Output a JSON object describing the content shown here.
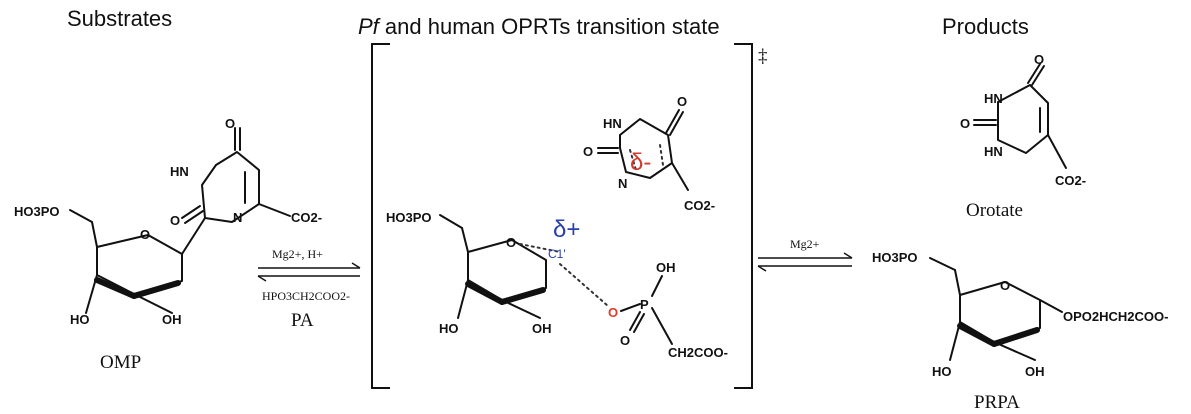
{
  "headers": {
    "substrates": "Substrates",
    "ts_italic": "Pf",
    "ts_rest": " and human OPRTs transition state",
    "products": "Products"
  },
  "colors": {
    "delta_minus": "#d33a2c",
    "delta_plus": "#2a3fae",
    "phosphonate_oxygen": "#e03a2a",
    "c1_label": "#2a3fae"
  },
  "omp": {
    "phosphate": "HO3PO",
    "hn": "HN",
    "n": "N",
    "o_top": "O",
    "o_left": "O",
    "o_ring": "O",
    "co2": "CO2-",
    "oh_left": "HO",
    "oh_right": "OH",
    "caption": "OMP"
  },
  "left_arrow": {
    "above": "Mg2+, H+",
    "below": "HPO3CH2COO2-",
    "caption": "PA"
  },
  "ts": {
    "double_dagger": "‡",
    "hn": "HN",
    "n": "N",
    "o_top": "O",
    "o_left": "O",
    "delta_minus": "δ-",
    "co2": "CO2-",
    "phosphate": "HO3PO",
    "o_ring": "O",
    "delta_plus": "δ+",
    "c1": "C1'",
    "o_red": "O",
    "p": "P",
    "oh": "OH",
    "o_bottom": "O",
    "ch2coo": "CH2COO-",
    "oh_left": "HO",
    "oh_right": "OH"
  },
  "right_arrow": {
    "above": "Mg2+"
  },
  "orotate": {
    "hn_top": "HN",
    "hn_bottom": "HN",
    "o_top": "O",
    "o_left": "O",
    "co2": "CO2-",
    "caption": "Orotate"
  },
  "prpa": {
    "phosphate": "HO3PO",
    "o_ring": "O",
    "side_chain": "OPO2HCH2COO-",
    "oh_left": "HO",
    "oh_right": "OH",
    "caption": "PRPA"
  }
}
